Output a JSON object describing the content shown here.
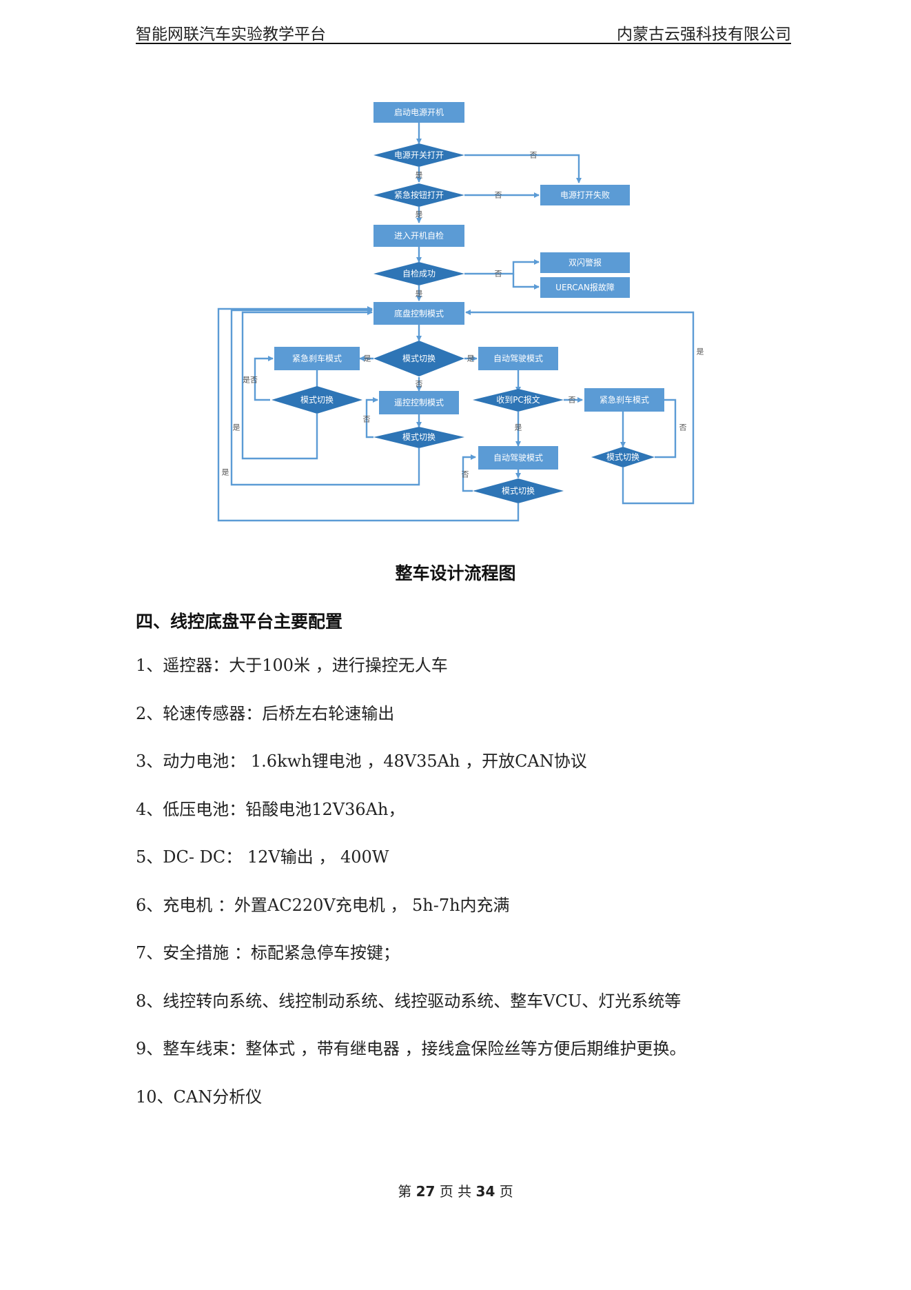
{
  "header": {
    "left_title": "智能网联汽车实验教学平台",
    "right_title": "内蒙古云强科技有限公司"
  },
  "flowchart": {
    "nodes": {
      "start": "启动电源开机",
      "power_switch": "电源开关打开",
      "emergency_button": "紧急按钮打开",
      "power_fail": "电源打开失败",
      "self_check": "进入开机自检",
      "self_check_ok": "自检成功",
      "double_flash": "双闪警报",
      "uercan_fault": "UERCAN报故障",
      "chassis_mode": "底盘控制模式",
      "mode_switch_center": "模式切换",
      "emergency_brake_left": "紧急刹车模式",
      "auto_drive_top": "自动驾驶模式",
      "mode_switch_left": "模式切换",
      "remote_mode": "遥控控制模式",
      "pc_message": "收到PC报文",
      "emergency_brake_right": "紧急刹车模式",
      "mode_switch_remote": "模式切换",
      "auto_drive_bottom": "自动驾驶模式",
      "mode_switch_right": "模式切换",
      "mode_switch_auto": "模式切换"
    },
    "edges": {
      "yes": "是",
      "no": "否",
      "yes_no": "是否"
    }
  },
  "caption": "整车设计流程图",
  "section_title": "四、线控底盘平台主要配置",
  "config_items": [
    "1、遥控器：大于100米 ，进行操控无人车",
    "2、轮速传感器：后桥左右轮速输出",
    "3、动力电池： 1.6kwh锂电池 ，48V35Ah ，开放CAN协议",
    "4、低压电池：铅酸电池12V36Ah，",
    "5、DC- DC： 12V输出 ， 400W",
    "6、充电机 ：外置AC220V充电机 ， 5h-7h内充满",
    "7、安全措施 ：标配紧急停车按键；",
    "8、线控转向系统、线控制动系统、线控驱动系统、整车VCU、灯光系统等",
    "9、整车线束：整体式 ，带有继电器 ，接线盒保险丝等方便后期维护更换。",
    "10、CAN分析仪"
  ],
  "footer": {
    "prefix": "第",
    "page": "27",
    "middle": "页 共",
    "total": "34",
    "suffix": "页"
  }
}
